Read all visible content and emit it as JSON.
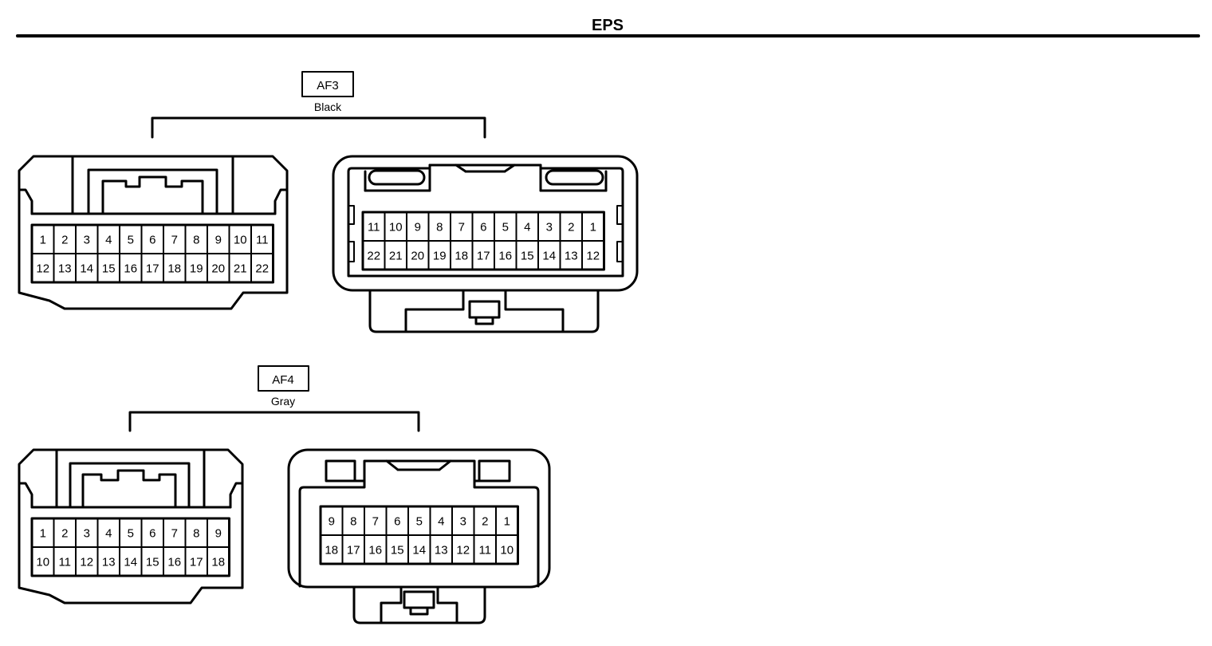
{
  "title": "EPS",
  "connectors": [
    {
      "code": "AF3",
      "color": "Black",
      "male": {
        "rows": [
          [
            "1",
            "2",
            "3",
            "4",
            "5",
            "6",
            "7",
            "8",
            "9",
            "10",
            "11"
          ],
          [
            "12",
            "13",
            "14",
            "15",
            "16",
            "17",
            "18",
            "19",
            "20",
            "21",
            "22"
          ]
        ]
      },
      "female": {
        "rows": [
          [
            "11",
            "10",
            "9",
            "8",
            "7",
            "6",
            "5",
            "4",
            "3",
            "2",
            "1"
          ],
          [
            "22",
            "21",
            "20",
            "19",
            "18",
            "17",
            "16",
            "15",
            "14",
            "13",
            "12"
          ]
        ]
      }
    },
    {
      "code": "AF4",
      "color": "Gray",
      "male": {
        "rows": [
          [
            "1",
            "2",
            "3",
            "4",
            "5",
            "6",
            "7",
            "8",
            "9"
          ],
          [
            "10",
            "11",
            "12",
            "13",
            "14",
            "15",
            "16",
            "17",
            "18"
          ]
        ]
      },
      "female": {
        "rows": [
          [
            "9",
            "8",
            "7",
            "6",
            "5",
            "4",
            "3",
            "2",
            "1"
          ],
          [
            "18",
            "17",
            "16",
            "15",
            "14",
            "13",
            "12",
            "11",
            "10"
          ]
        ]
      }
    }
  ]
}
